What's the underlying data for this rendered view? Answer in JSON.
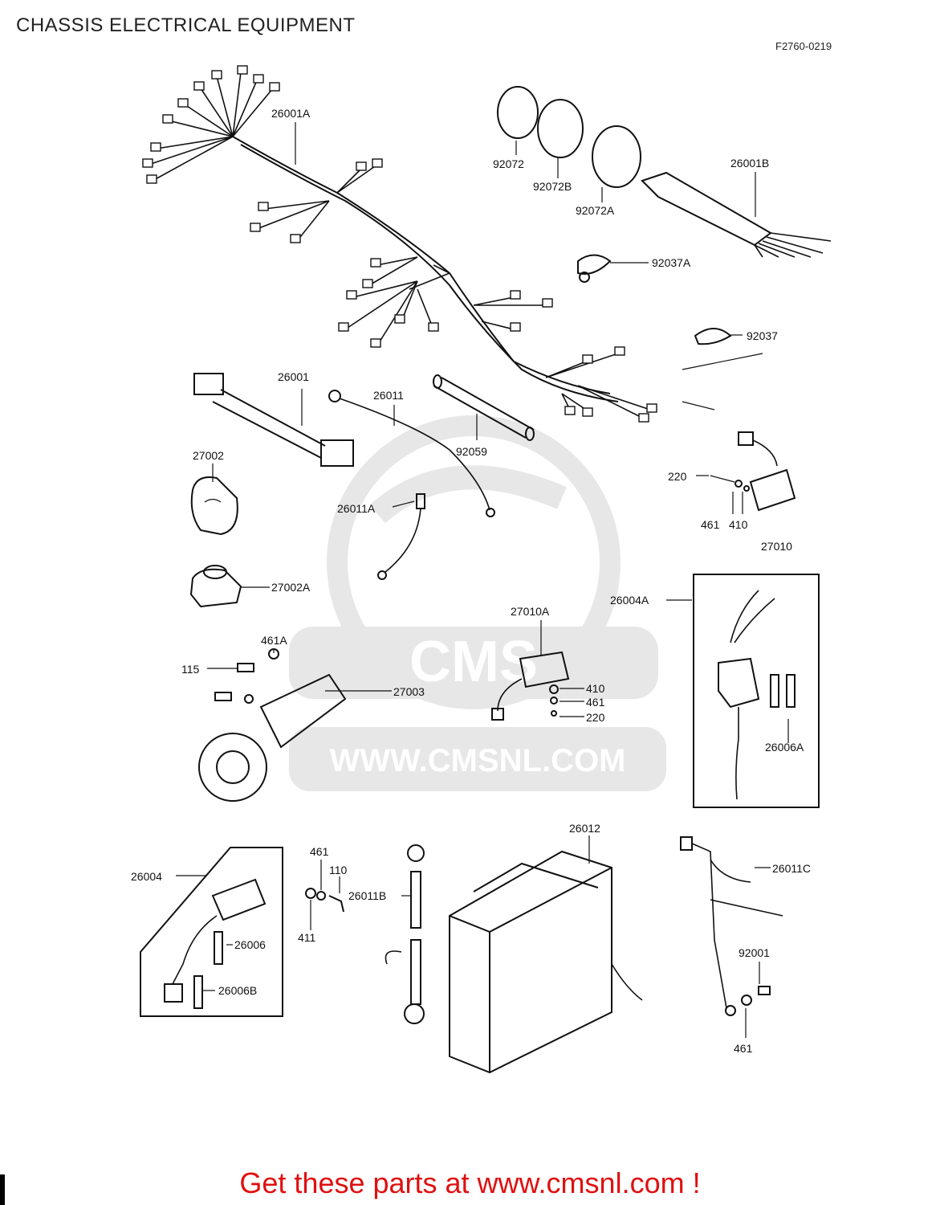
{
  "title": "CHASSIS ELECTRICAL EQUIPMENT",
  "figure_code": "F2760-0219",
  "cta": "Get these parts at www.cmsnl.com !",
  "watermark": {
    "brand": "CMS",
    "url": "WWW.CMSNL.COM"
  },
  "colors": {
    "cta": "#e01010",
    "ink": "#111111",
    "watermark": "#d4d4d4"
  },
  "labels": {
    "l26001A": "26001A",
    "l92072": "92072",
    "l92072B": "92072B",
    "l92072A": "92072A",
    "l26001B": "26001B",
    "l92037A": "92037A",
    "l92037": "92037",
    "l26001": "26001",
    "l26011": "26011",
    "l92059": "92059",
    "l27002": "27002",
    "l26011A": "26011A",
    "l220a": "220",
    "l461a": "461",
    "l410a": "410",
    "l27010": "27010",
    "l27002A": "27002A",
    "l26004A": "26004A",
    "l27010A": "27010A",
    "l461A": "461A",
    "l115": "115",
    "l27003": "27003",
    "l410b": "410",
    "l461b": "461",
    "l220b": "220",
    "l26006A": "26006A",
    "l26012": "26012",
    "l26004": "26004",
    "l461c": "461",
    "l110": "110",
    "l26011B": "26011B",
    "l411": "411",
    "l26006": "26006",
    "l26006B": "26006B",
    "l26011C": "26011C",
    "l92001": "92001",
    "l461d": "461"
  }
}
